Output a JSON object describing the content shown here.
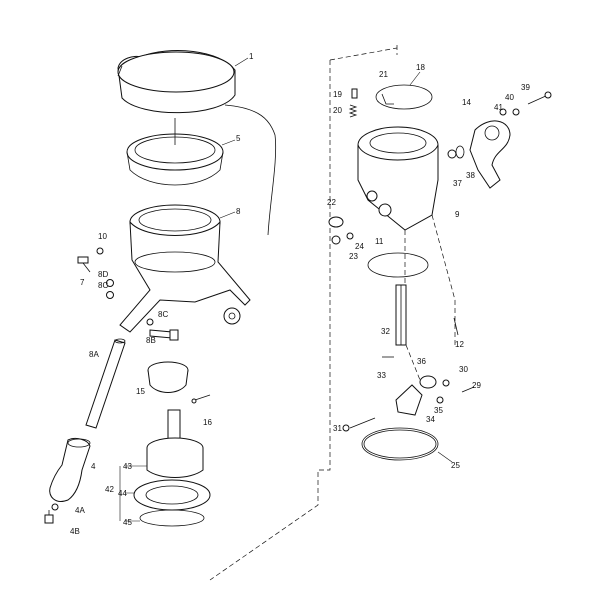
{
  "callouts": [
    {
      "id": "1"
    },
    {
      "id": "5"
    },
    {
      "id": "8"
    },
    {
      "id": "10"
    },
    {
      "id": "7"
    },
    {
      "id": "8D"
    },
    {
      "id": "8C"
    },
    {
      "id": "8C_b",
      "text": "8C"
    },
    {
      "id": "8B"
    },
    {
      "id": "8A"
    },
    {
      "id": "15"
    },
    {
      "id": "16"
    },
    {
      "id": "4"
    },
    {
      "id": "43"
    },
    {
      "id": "42"
    },
    {
      "id": "44"
    },
    {
      "id": "45"
    },
    {
      "id": "4A"
    },
    {
      "id": "4B"
    },
    {
      "id": "21"
    },
    {
      "id": "18"
    },
    {
      "id": "19"
    },
    {
      "id": "20"
    },
    {
      "id": "14"
    },
    {
      "id": "39"
    },
    {
      "id": "40"
    },
    {
      "id": "41"
    },
    {
      "id": "38"
    },
    {
      "id": "37"
    },
    {
      "id": "9"
    },
    {
      "id": "22"
    },
    {
      "id": "11"
    },
    {
      "id": "24"
    },
    {
      "id": "23"
    },
    {
      "id": "32"
    },
    {
      "id": "12"
    },
    {
      "id": "33"
    },
    {
      "id": "36"
    },
    {
      "id": "30"
    },
    {
      "id": "29"
    },
    {
      "id": "35"
    },
    {
      "id": "34"
    },
    {
      "id": "31"
    },
    {
      "id": "25"
    }
  ]
}
